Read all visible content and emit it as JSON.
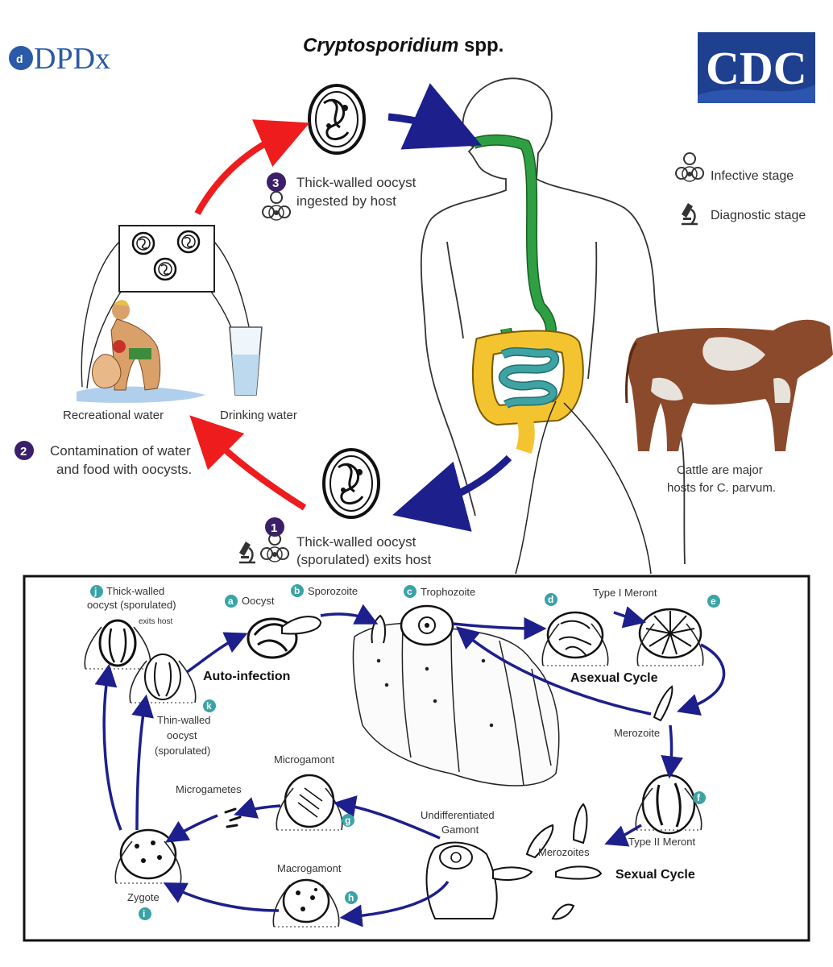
{
  "header": {
    "dpdx_logo": "DPDx",
    "title_italic": "Cryptosporidium",
    "title_rest": " spp.",
    "cdc_logo": "CDC"
  },
  "legend": {
    "infective": "Infective stage",
    "diagnostic": "Diagnostic stage"
  },
  "steps": {
    "s1": {
      "num": "1",
      "line1": "Thick-walled oocyst",
      "line2": "(sporulated) exits host"
    },
    "s2": {
      "num": "2",
      "line1": "Contamination of water",
      "line2": "and food with oocysts."
    },
    "s3": {
      "num": "3",
      "line1": "Thick-walled oocyst",
      "line2": "ingested by host"
    }
  },
  "scene": {
    "recreational_water": "Recreational water",
    "drinking_water": "Drinking water",
    "cattle_line1": "Cattle are major",
    "cattle_line2": "hosts for C. parvum."
  },
  "tissue_cycle": {
    "a": {
      "letter": "a",
      "label": "Oocyst"
    },
    "b": {
      "letter": "b",
      "label": "Sporozoite"
    },
    "c": {
      "letter": "c",
      "label": "Trophozoite"
    },
    "d": {
      "letter": "d",
      "label": "Type I Meront"
    },
    "e": {
      "letter": "e"
    },
    "f": {
      "letter": "f",
      "label": "Type II Meront"
    },
    "g": {
      "letter": "g",
      "label": "Microgamont"
    },
    "h": {
      "letter": "h",
      "label": "Macrogamont"
    },
    "i": {
      "letter": "i",
      "label": "Zygote"
    },
    "j": {
      "letter": "j",
      "line1": "Thick-walled",
      "line2": "oocyst (sporulated)",
      "line3": "exits host"
    },
    "k": {
      "letter": "k",
      "line1": "Thin-walled",
      "line2": "oocyst",
      "line3": "(sporulated)"
    },
    "merozoite": "Merozoite",
    "merozoites": "Merozoites",
    "microgametes": "Microgametes",
    "undiff_line1": "Undifferentiated",
    "undiff_line2": "Gamont",
    "auto_infection": "Auto-infection",
    "asexual_cycle": "Asexual Cycle",
    "sexual_cycle": "Sexual Cycle"
  },
  "colors": {
    "step_badge": "#3b1f6b",
    "letter_badge": "#3aa3a6",
    "arrow_blue": "#1d1f8c",
    "arrow_red": "#ee1c1c",
    "gut_green": "#2ea043",
    "gut_yellow": "#f4c430",
    "gut_teal": "#3fa3a3",
    "cdc_blue": "#1f3f8f",
    "dpdx_blue": "#2a5aa8"
  }
}
